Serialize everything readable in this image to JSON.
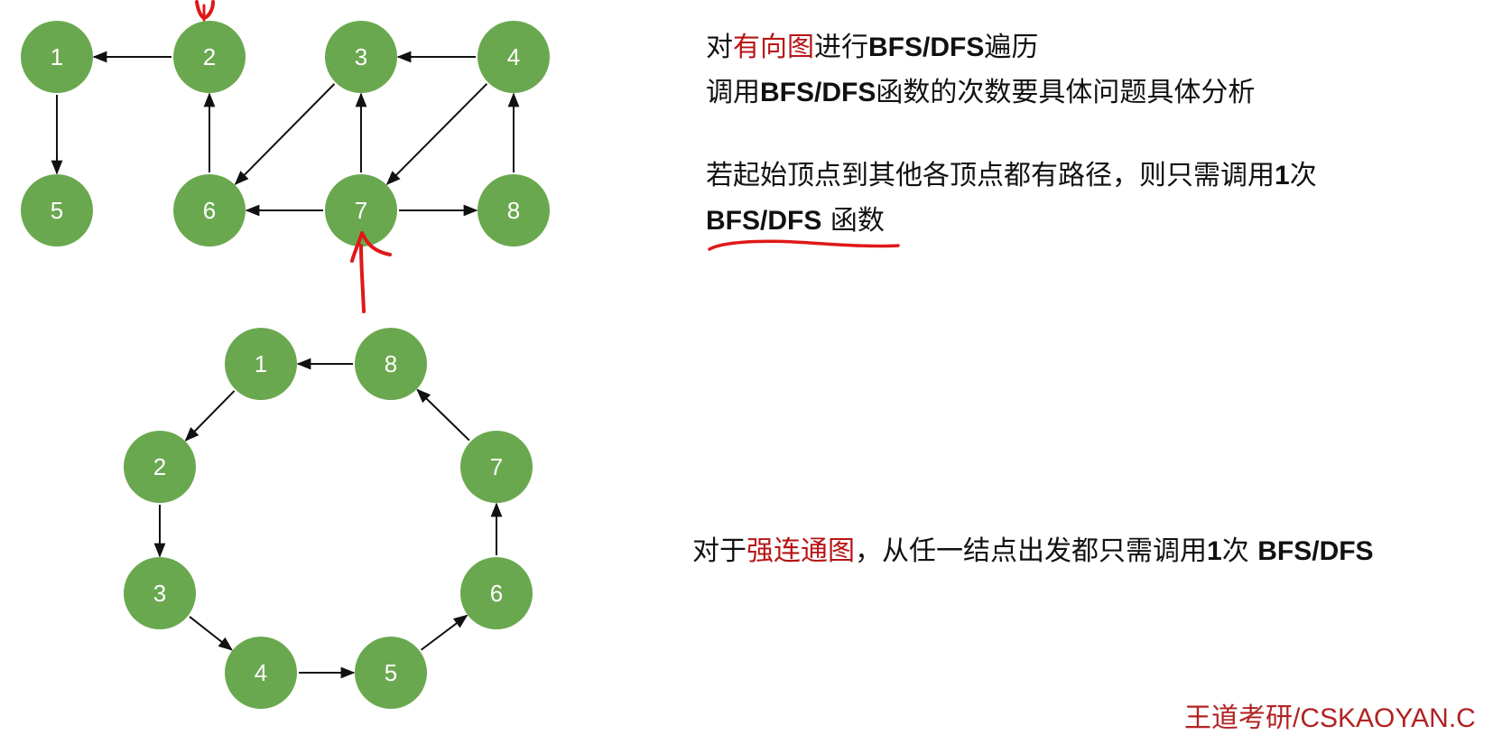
{
  "graph_top": {
    "nodes": [
      "1",
      "2",
      "3",
      "4",
      "5",
      "6",
      "7",
      "8"
    ],
    "edges": [
      [
        "2",
        "1"
      ],
      [
        "1",
        "5"
      ],
      [
        "6",
        "2"
      ],
      [
        "4",
        "3"
      ],
      [
        "3",
        "6"
      ],
      [
        "7",
        "3"
      ],
      [
        "4",
        "7"
      ],
      [
        "8",
        "4"
      ],
      [
        "7",
        "6"
      ],
      [
        "7",
        "8"
      ]
    ]
  },
  "graph_bottom": {
    "nodes": [
      "1",
      "8",
      "2",
      "7",
      "3",
      "6",
      "4",
      "5"
    ],
    "edges": [
      [
        "8",
        "1"
      ],
      [
        "1",
        "2"
      ],
      [
        "2",
        "3"
      ],
      [
        "3",
        "4"
      ],
      [
        "4",
        "5"
      ],
      [
        "5",
        "6"
      ],
      [
        "6",
        "7"
      ],
      [
        "7",
        "8"
      ]
    ]
  },
  "colors": {
    "node": "#6aa84f",
    "edge": "#111111",
    "highlight": "#b81414",
    "annotation": "#e01818"
  },
  "text": {
    "line1": {
      "pre": "对",
      "highlight": "有向图",
      "mid": "进行",
      "bold": "BFS/DFS",
      "post": "遍历"
    },
    "line2": {
      "pre": "调用",
      "bold": "BFS/DFS",
      "post": "函数的次数要具体问题具体分析"
    },
    "line3": {
      "pre": "若起始顶点到其他各顶点都有路径，则只需调用",
      "bold": "1",
      "post": "次"
    },
    "line4": {
      "bold": "BFS/DFS",
      "post": " 函数"
    },
    "line5": {
      "pre": "对于",
      "highlight": "强连通图",
      "mid": "，从任一结点出发都只需调用",
      "bold1": "1",
      "mid2": "次 ",
      "bold2": "BFS/DFS"
    }
  },
  "footer": "王道考研/CSKAOYAN.C"
}
